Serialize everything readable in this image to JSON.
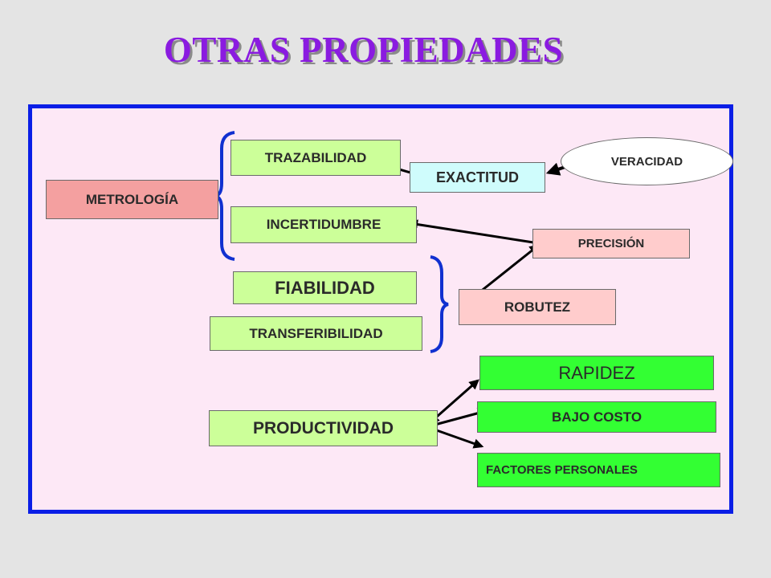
{
  "title": "OTRAS PROPIEDADES",
  "nodes": {
    "metrologia": "METROLOGÍA",
    "trazabilidad": "TRAZABILIDAD",
    "incertidumbre": "INCERTIDUMBRE",
    "exactitud": "EXACTITUD",
    "veracidad": "VERACIDAD",
    "precision": "PRECISIÓN",
    "fiabilidad": "FIABILIDAD",
    "transferibilidad": "TRANSFERIBILIDAD",
    "robutez": "ROBUTEZ",
    "productividad": "PRODUCTIVIDAD",
    "rapidez": "RAPIDEZ",
    "bajo_costo": "BAJO COSTO",
    "factores_personales": "FACTORES PERSONALES"
  },
  "colors": {
    "title": "#8a1be0",
    "frame_border": "#0a1ee6",
    "frame_fill": "#fde8f6",
    "brace": "#1030d0"
  }
}
